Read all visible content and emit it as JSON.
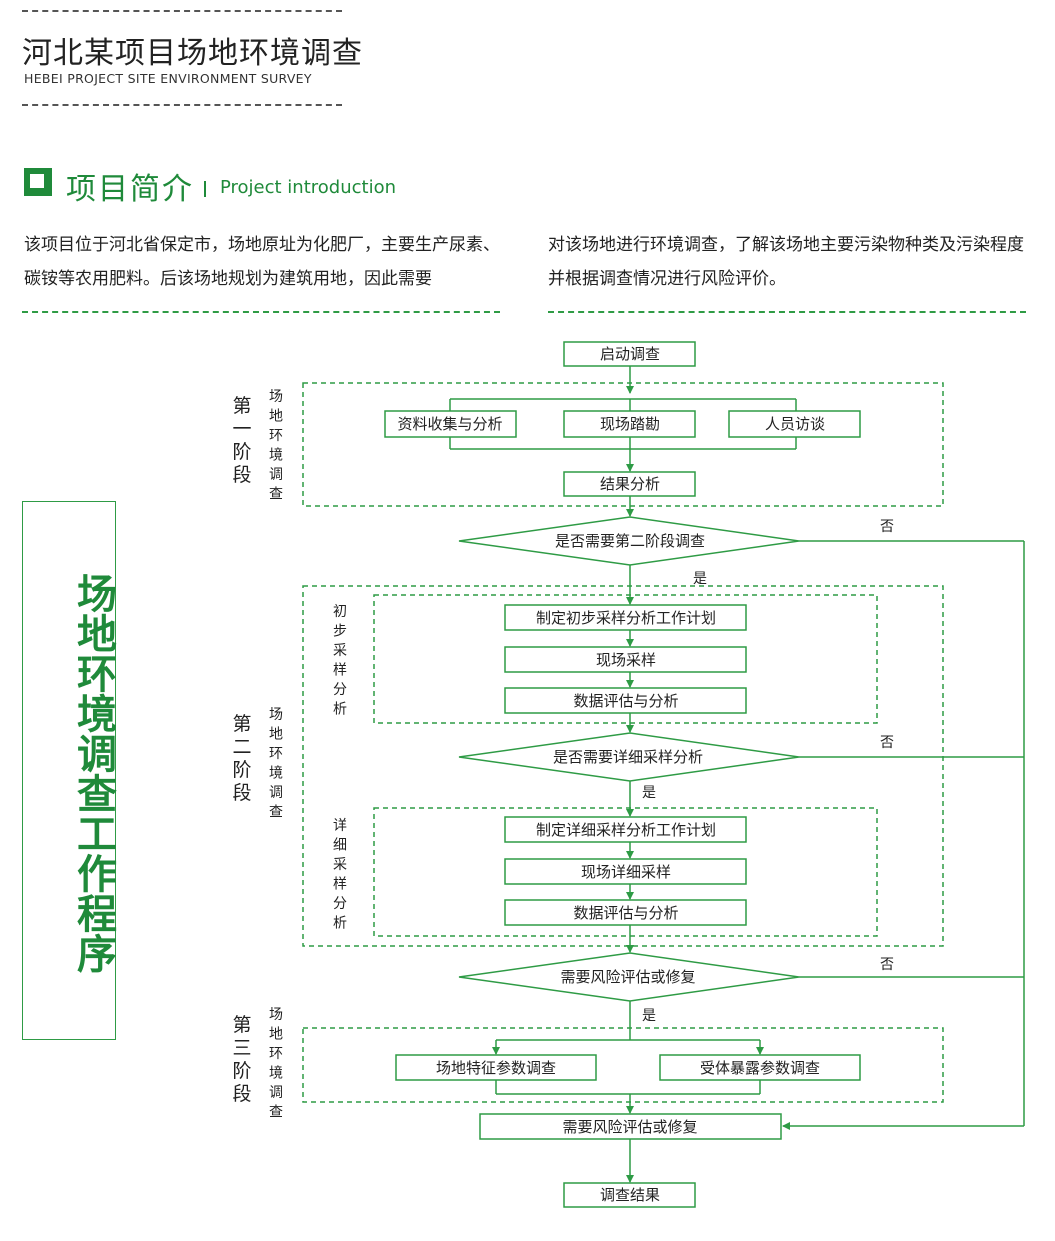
{
  "header": {
    "title": "河北某项目场地环境调查",
    "subtitle": "HEBEI PROJECT SITE ENVIRONMENT SURVEY"
  },
  "section": {
    "icon": "square-outline-icon",
    "title": "项目简介",
    "title_en": "Project introduction"
  },
  "intro": {
    "left": "该项目位于河北省保定市，场地原址为化肥厂，主要生产尿素、碳铵等农用肥料。后该场地规划为建筑用地，因此需要",
    "right": "对该场地进行环境调查，了解该场地主要污染物种类及污染程度并根据调查情况进行风险评价。"
  },
  "side_title": "场地环境调查工作程序",
  "colors": {
    "accent": "#1f8a3a",
    "line": "#2e9b45"
  },
  "flow": {
    "start": "启动调查",
    "stage1": {
      "label": "第一阶段",
      "sublabel": "场地环境调查",
      "tasks": [
        "资料收集与分析",
        "现场踏勘",
        "人员访谈"
      ],
      "result": "结果分析"
    },
    "decision1": "是否需要第二阶段调查",
    "stage2": {
      "label": "第二阶段",
      "sublabel": "场地环境调查",
      "group1": {
        "label": "初步采样分析",
        "steps": [
          "制定初步采样分析工作计划",
          "现场采样",
          "数据评估与分析"
        ]
      },
      "decision": "是否需要详细采样分析",
      "group2": {
        "label": "详细采样分析",
        "steps": [
          "制定详细采样分析工作计划",
          "现场详细采样",
          "数据评估与分析"
        ]
      }
    },
    "decision3": "需要风险评估或修复",
    "stage3": {
      "label": "第三阶段",
      "sublabel": "场地环境调查",
      "tasks": [
        "场地特征参数调查",
        "受体暴露参数调查"
      ]
    },
    "assess": "需要风险评估或修复",
    "end": "调查结果",
    "yes": "是",
    "no": "否"
  }
}
